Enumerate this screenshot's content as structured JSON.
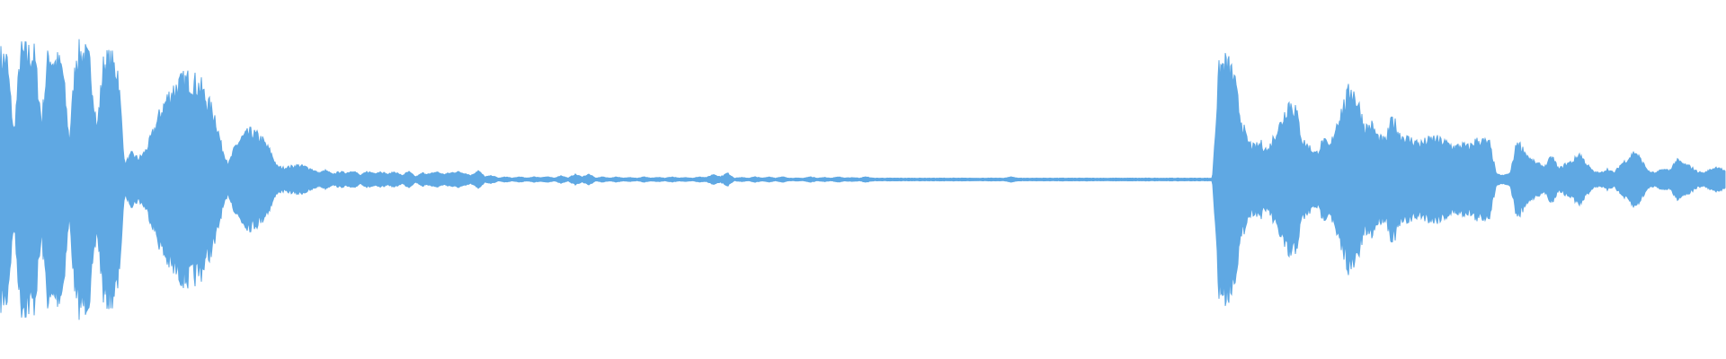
{
  "waveform": {
    "color": "#5fa8e3",
    "background": "#ffffff",
    "amplitude_envelope": [
      0.95,
      0.93,
      0.35,
      0.98,
      0.98,
      0.96,
      0.45,
      0.98,
      0.92,
      0.88,
      0.3,
      0.97,
      0.99,
      0.9,
      0.4,
      0.92,
      0.92,
      0.85,
      0.12,
      0.2,
      0.16,
      0.22,
      0.35,
      0.5,
      0.62,
      0.7,
      0.75,
      0.78,
      0.76,
      0.72,
      0.6,
      0.5,
      0.25,
      0.12,
      0.26,
      0.33,
      0.37,
      0.35,
      0.3,
      0.22,
      0.1,
      0.09,
      0.1,
      0.11,
      0.1,
      0.08,
      0.05,
      0.07,
      0.04,
      0.06,
      0.05,
      0.07,
      0.03,
      0.06,
      0.05,
      0.06,
      0.04,
      0.06,
      0.03,
      0.06,
      0.02,
      0.05,
      0.04,
      0.06,
      0.04,
      0.05,
      0.06,
      0.05,
      0.03,
      0.07,
      0.02,
      0.03,
      0.01,
      0.02,
      0.01,
      0.02,
      0.01,
      0.02,
      0.015,
      0.02,
      0.01,
      0.03,
      0.01,
      0.04,
      0.02,
      0.04,
      0.01,
      0.02,
      0.01,
      0.02,
      0.01,
      0.015,
      0.01,
      0.02,
      0.01,
      0.015,
      0.01,
      0.02,
      0.01,
      0.015,
      0.01,
      0.02,
      0.015,
      0.04,
      0.02,
      0.05,
      0.01,
      0.015,
      0.01,
      0.02,
      0.01,
      0.02,
      0.01,
      0.02,
      0.01,
      0.01,
      0.01,
      0.02,
      0.01,
      0.015,
      0.01,
      0.02,
      0.01,
      0.015,
      0.01,
      0.02,
      0.01,
      0.01,
      0.01,
      0.01,
      0.01,
      0.01,
      0.01,
      0.01,
      0.01,
      0.01,
      0.01,
      0.01,
      0.01,
      0.01,
      0.01,
      0.01,
      0.01,
      0.01,
      0.01,
      0.01,
      0.02,
      0.01,
      0.01,
      0.01,
      0.01,
      0.01,
      0.01,
      0.01,
      0.01,
      0.01,
      0.01,
      0.01,
      0.01,
      0.01,
      0.01,
      0.01,
      0.01,
      0.01,
      0.01,
      0.01,
      0.01,
      0.01,
      0.01,
      0.01,
      0.01,
      0.01,
      0.01,
      0.01,
      0.01,
      0.01,
      0.88,
      0.9,
      0.82,
      0.5,
      0.3,
      0.25,
      0.28,
      0.22,
      0.35,
      0.45,
      0.6,
      0.55,
      0.3,
      0.25,
      0.2,
      0.3,
      0.25,
      0.45,
      0.58,
      0.72,
      0.6,
      0.4,
      0.42,
      0.32,
      0.3,
      0.48,
      0.35,
      0.32,
      0.3,
      0.28,
      0.3,
      0.32,
      0.3,
      0.28,
      0.25,
      0.27,
      0.25,
      0.3,
      0.3,
      0.28,
      0.04,
      0.03,
      0.05,
      0.3,
      0.22,
      0.15,
      0.12,
      0.1,
      0.18,
      0.08,
      0.12,
      0.14,
      0.2,
      0.12,
      0.06,
      0.05,
      0.08,
      0.05,
      0.12,
      0.16,
      0.22,
      0.14,
      0.06,
      0.05,
      0.08,
      0.07,
      0.15,
      0.12,
      0.1,
      0.06,
      0.05,
      0.08,
      0.1,
      0.06
    ]
  }
}
